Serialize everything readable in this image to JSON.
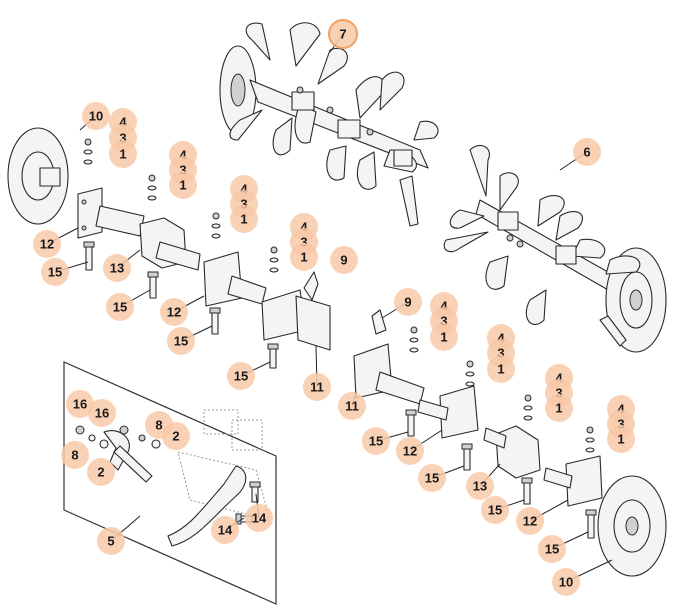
{
  "diagram": {
    "accent_color": "#f8c9a8",
    "highlight_color": "#f0a060",
    "callouts": [
      {
        "label": "7",
        "highlight": true
      },
      {
        "label": "6"
      },
      {
        "label": "10"
      },
      {
        "label": "4"
      },
      {
        "label": "3"
      },
      {
        "label": "1"
      },
      {
        "label": "4"
      },
      {
        "label": "3"
      },
      {
        "label": "1"
      },
      {
        "label": "4"
      },
      {
        "label": "3"
      },
      {
        "label": "1"
      },
      {
        "label": "4"
      },
      {
        "label": "3"
      },
      {
        "label": "1"
      },
      {
        "label": "9"
      },
      {
        "label": "12"
      },
      {
        "label": "15"
      },
      {
        "label": "13"
      },
      {
        "label": "15"
      },
      {
        "label": "12"
      },
      {
        "label": "15"
      },
      {
        "label": "15"
      },
      {
        "label": "11"
      },
      {
        "label": "9"
      },
      {
        "label": "4"
      },
      {
        "label": "3"
      },
      {
        "label": "1"
      },
      {
        "label": "4"
      },
      {
        "label": "3"
      },
      {
        "label": "1"
      },
      {
        "label": "4"
      },
      {
        "label": "3"
      },
      {
        "label": "1"
      },
      {
        "label": "4"
      },
      {
        "label": "3"
      },
      {
        "label": "1"
      },
      {
        "label": "11"
      },
      {
        "label": "15"
      },
      {
        "label": "12"
      },
      {
        "label": "15"
      },
      {
        "label": "13"
      },
      {
        "label": "15"
      },
      {
        "label": "12"
      },
      {
        "label": "15"
      },
      {
        "label": "10"
      },
      {
        "label": "16"
      },
      {
        "label": "16"
      },
      {
        "label": "8"
      },
      {
        "label": "2"
      },
      {
        "label": "8"
      },
      {
        "label": "2"
      },
      {
        "label": "14"
      },
      {
        "label": "14"
      },
      {
        "label": "5"
      }
    ]
  }
}
